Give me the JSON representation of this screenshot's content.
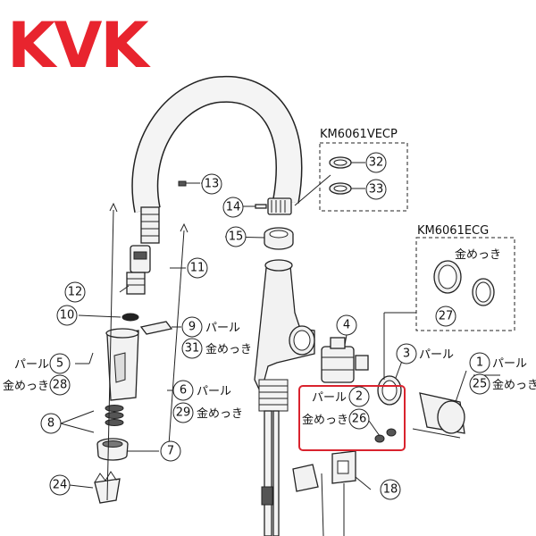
{
  "brand": {
    "logo_text": "KVK",
    "color": "#e8242e"
  },
  "models": {
    "vecp": "KM6061VECP",
    "ecg": "KM6061ECG"
  },
  "finishes": {
    "pearl": "パール",
    "gold": "金めっき"
  },
  "callouts": {
    "n1": "1",
    "n2": "2",
    "n3": "3",
    "n4": "4",
    "n5": "5",
    "n6": "6",
    "n7": "7",
    "n8": "8",
    "n9": "9",
    "n10": "10",
    "n11": "11",
    "n12": "12",
    "n13": "13",
    "n14": "14",
    "n15": "15",
    "n18": "18",
    "n24": "24",
    "n25": "25",
    "n26": "26",
    "n27": "27",
    "n28": "28",
    "n29": "29",
    "n31": "31",
    "n32": "32",
    "n33": "33"
  },
  "highlight_color": "#d9232e"
}
